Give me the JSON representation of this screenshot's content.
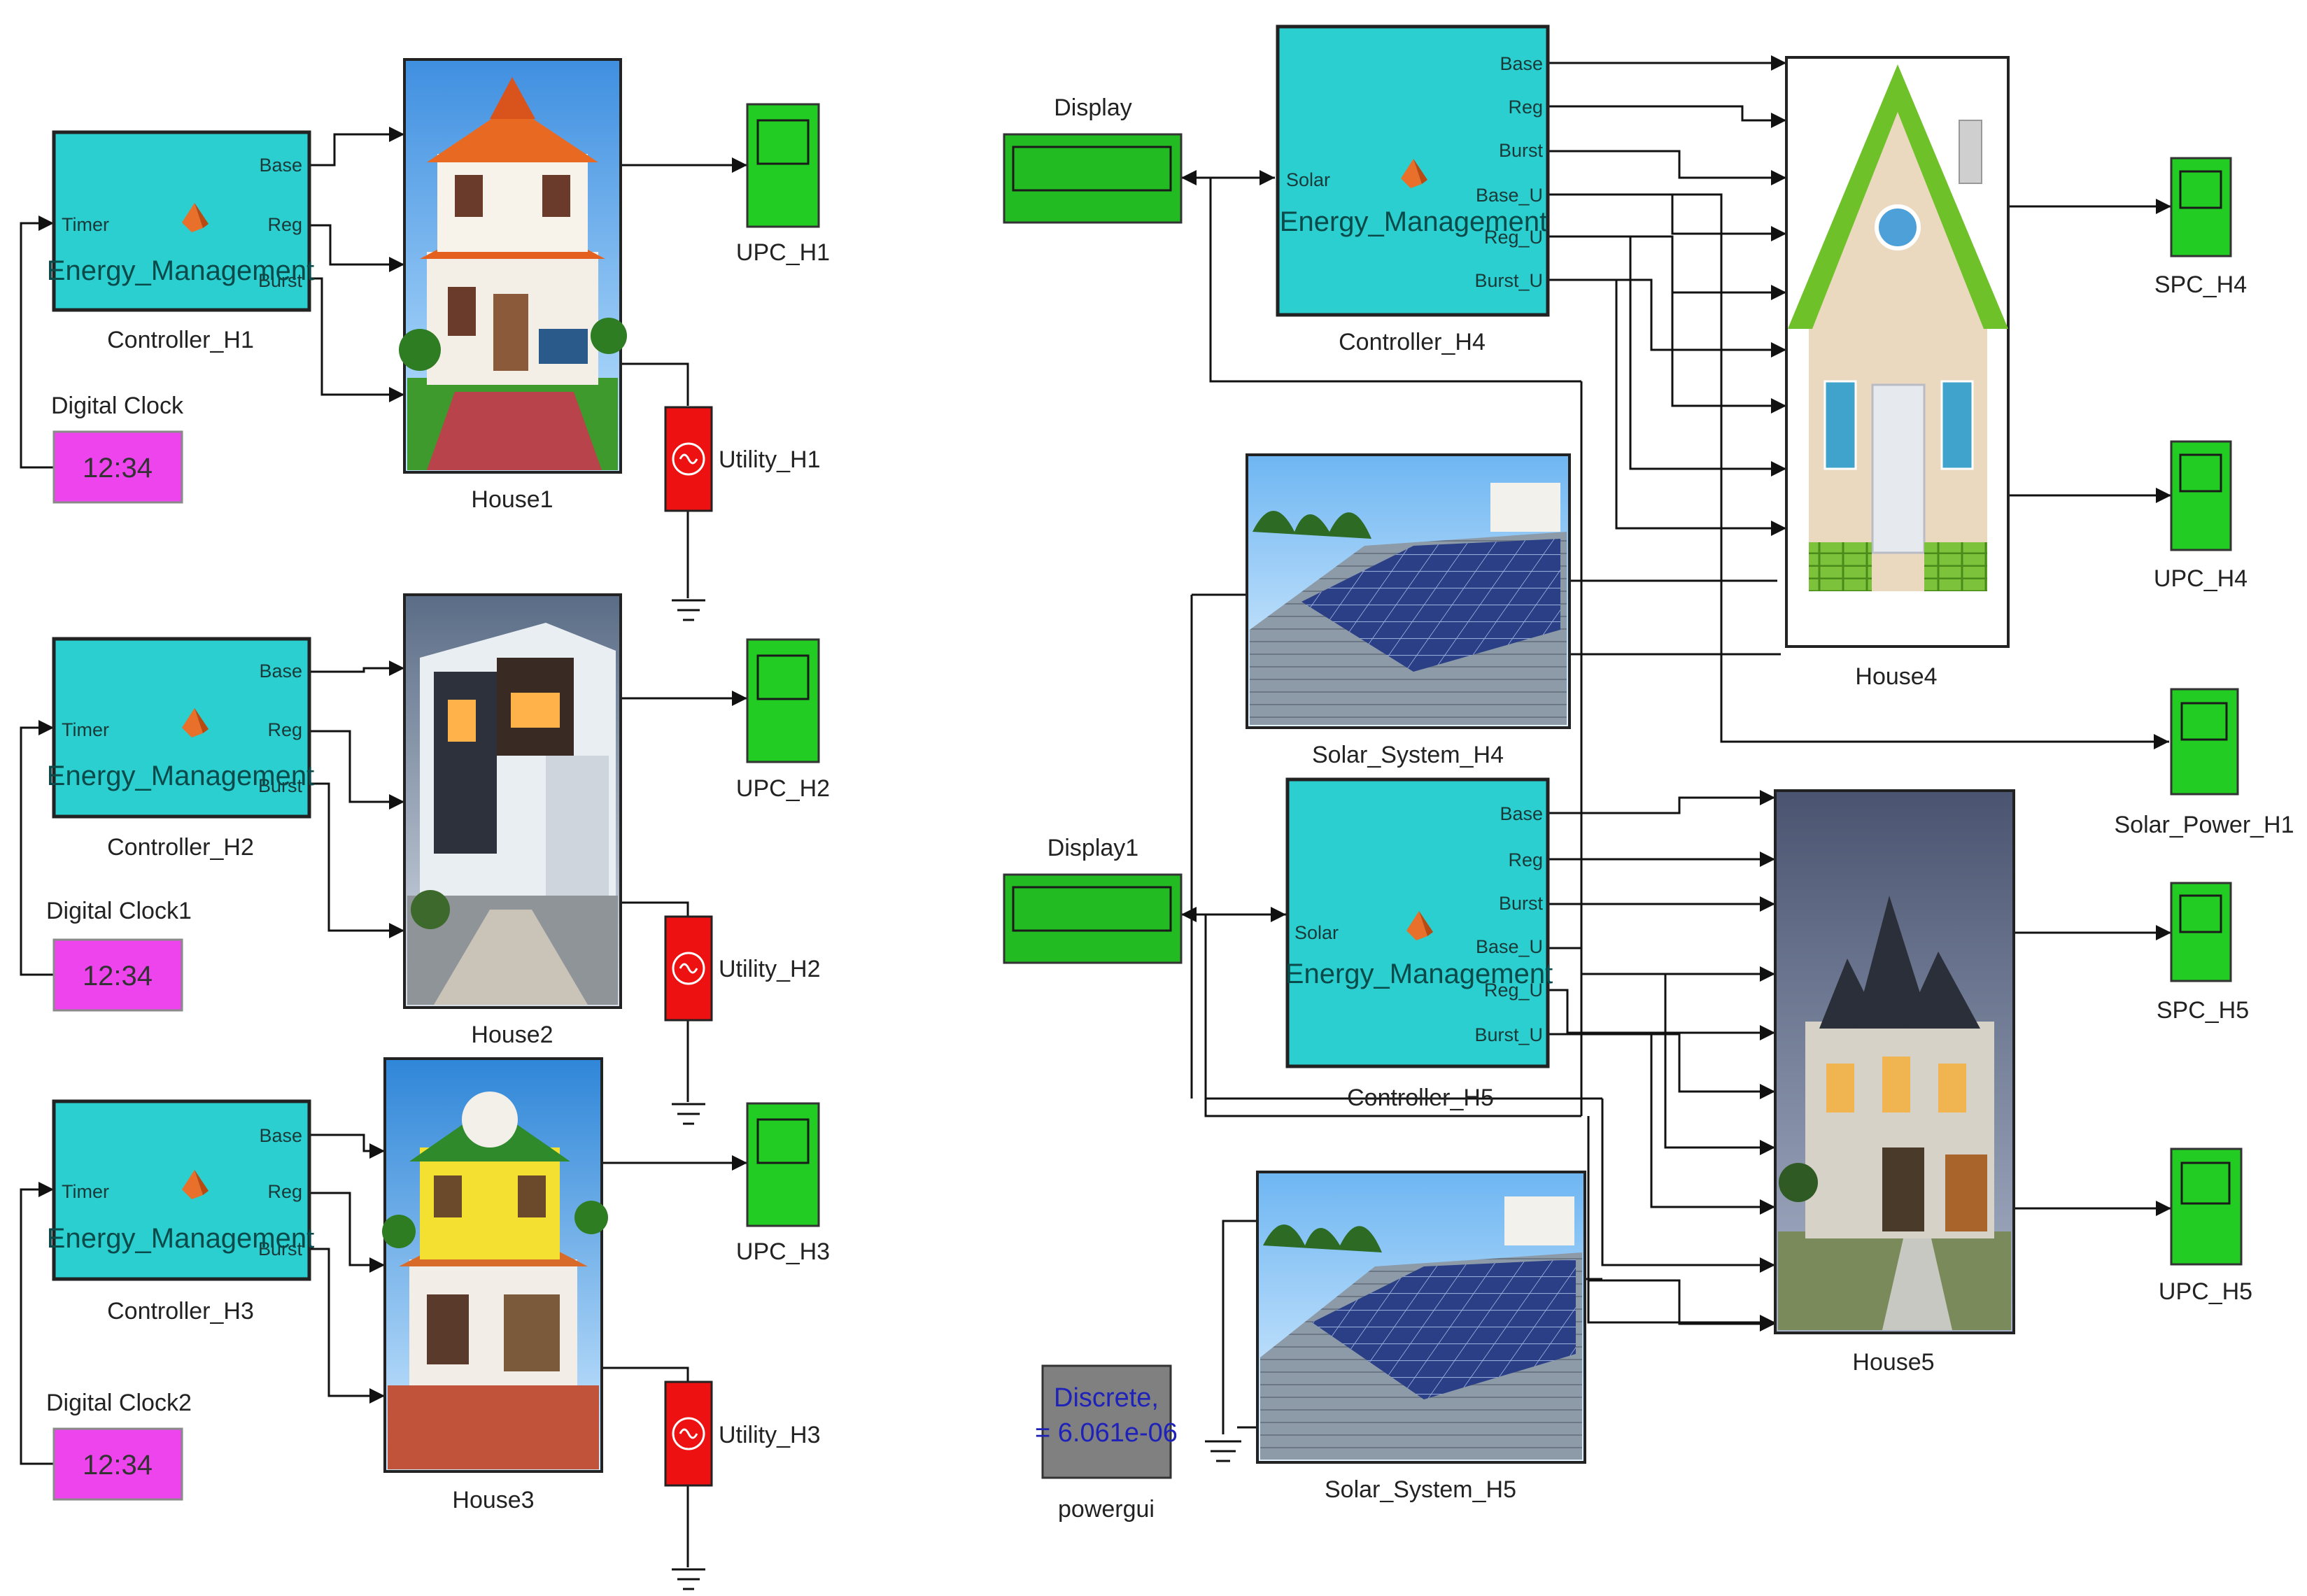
{
  "controllers": {
    "H1": {
      "title": "Energy_Management",
      "label": "Controller_H1",
      "in_port": "Timer",
      "out_ports": [
        "Base",
        "Reg",
        "Burst"
      ]
    },
    "H2": {
      "title": "Energy_Management",
      "label": "Controller_H2",
      "in_port": "Timer",
      "out_ports": [
        "Base",
        "Reg",
        "Burst"
      ]
    },
    "H3": {
      "title": "Energy_Management",
      "label": "Controller_H3",
      "in_port": "Timer",
      "out_ports": [
        "Base",
        "Reg",
        "Burst"
      ]
    },
    "H4": {
      "title": "Energy_Management",
      "label": "Controller_H4",
      "in_port": "Solar",
      "out_ports": [
        "Base",
        "Reg",
        "Burst",
        "Base_U",
        "Reg_U",
        "Burst_U"
      ]
    },
    "H5": {
      "title": "Energy_Management",
      "label": "Controller_H5",
      "in_port": "Solar",
      "out_ports": [
        "Base",
        "Reg",
        "Burst",
        "Base_U",
        "Reg_U",
        "Burst_U"
      ]
    }
  },
  "clocks": [
    {
      "label": "Digital Clock",
      "time": "12:34"
    },
    {
      "label": "Digital Clock1",
      "time": "12:34"
    },
    {
      "label": "Digital Clock2",
      "time": "12:34"
    }
  ],
  "houses": [
    "House1",
    "House2",
    "House3",
    "House4",
    "House5"
  ],
  "scopes": [
    "UPC_H1",
    "UPC_H2",
    "UPC_H3",
    "SPC_H4",
    "UPC_H4",
    "Solar_Power_H1",
    "SPC_H5",
    "UPC_H5"
  ],
  "utilities": [
    "Utility_H1",
    "Utility_H2",
    "Utility_H3"
  ],
  "displays": [
    "Display",
    "Display1"
  ],
  "solar_systems": [
    "Solar_System_H4",
    "Solar_System_H5"
  ],
  "powergui": {
    "label": "powergui",
    "line1": "Discrete,",
    "line2": "= 6.061e-06"
  },
  "colors": {
    "controller": "#2ccfcf",
    "clock": "#ee44ee",
    "scope": "#22cc22",
    "utility": "#ee1111",
    "display": "#22bb22",
    "powergui": "#808080",
    "wire": "#111111"
  }
}
